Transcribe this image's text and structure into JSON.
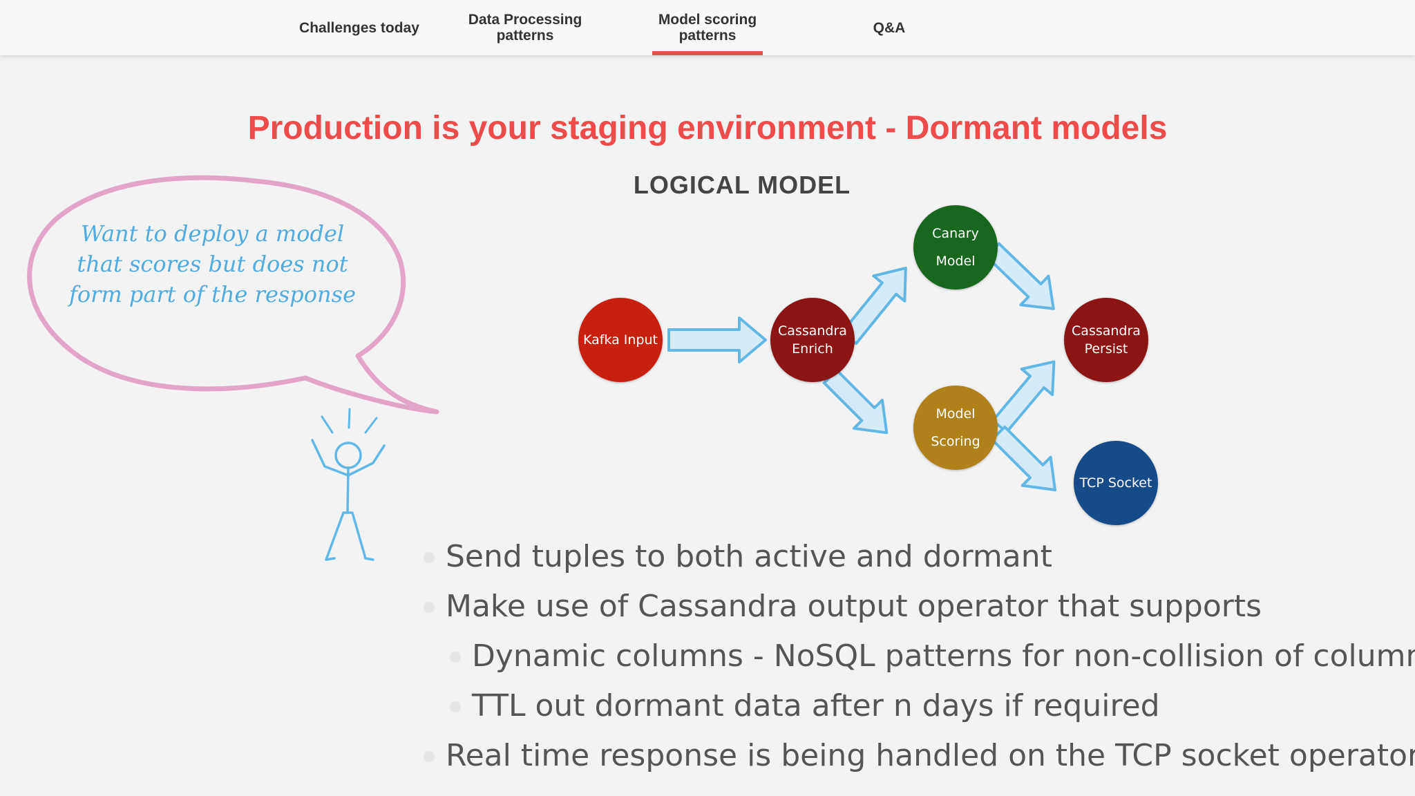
{
  "nav": {
    "tabs": [
      {
        "label": "Challenges today"
      },
      {
        "label": "Data Processing\npatterns"
      },
      {
        "label": "Model scoring\npatterns",
        "active": true
      },
      {
        "label": "Q&A"
      }
    ]
  },
  "slide": {
    "title": "Production is your staging environment - Dormant models",
    "subtitle": "LOGICAL MODEL"
  },
  "bubble": {
    "text": "Want to deploy a model that scores but does not form part of the response"
  },
  "diagram": {
    "nodes": {
      "kafka": {
        "label": "Kafka Input",
        "color": "#c8200f"
      },
      "enrich": {
        "label": "Cassandra\nEnrich",
        "color": "#8b1414"
      },
      "canary": {
        "label": "Canary\nModel",
        "color": "#18671f"
      },
      "scoring": {
        "label": "Model\nScoring",
        "color": "#b0801b"
      },
      "persist": {
        "label": "Cassandra\nPersist",
        "color": "#8b1414"
      },
      "tcp": {
        "label": "TCP Socket",
        "color": "#164b8a"
      }
    },
    "arrow_color": "#62b7e4"
  },
  "bullets": [
    {
      "text": "Send tuples to both active and dormant",
      "level": 1
    },
    {
      "text": "Make use of Cassandra output operator that supports",
      "level": 1
    },
    {
      "text": "Dynamic columns - NoSQL patterns for non-collision of columns",
      "level": 2
    },
    {
      "text": "TTL out dormant data after n days if required",
      "level": 2
    },
    {
      "text": "Real time response is being handled on the TCP socket operator",
      "level": 1
    }
  ]
}
